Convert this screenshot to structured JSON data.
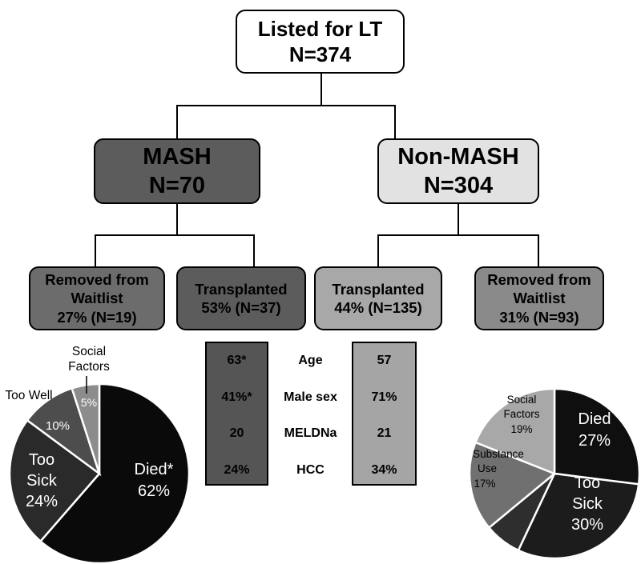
{
  "root": {
    "line1": "Listed for LT",
    "line2": "N=374"
  },
  "mash": {
    "line1": "MASH",
    "line2": "N=70"
  },
  "nonmash": {
    "line1": "Non-MASH",
    "line2": "N=304"
  },
  "mash_removed": {
    "line1": "Removed from",
    "line2": "Waitlist",
    "line3": "27% (N=19)"
  },
  "mash_transplanted": {
    "line1": "Transplanted",
    "line2": "53% (N=37)"
  },
  "nonmash_transplanted": {
    "line1": "Transplanted",
    "line2": "44% (N=135)"
  },
  "nonmash_removed": {
    "line1": "Removed from",
    "line2": "Waitlist",
    "line3": "31% (N=93)"
  },
  "comparison": {
    "rows": [
      {
        "label": "Age",
        "mash": "63*",
        "nonmash": "57"
      },
      {
        "label": "Male sex",
        "mash": "41%*",
        "nonmash": "71%"
      },
      {
        "label": "MELDNa",
        "mash": "20",
        "nonmash": "21"
      },
      {
        "label": "HCC",
        "mash": "24%",
        "nonmash": "34%"
      }
    ]
  },
  "chart_data": [
    {
      "type": "pie",
      "slices": [
        {
          "label": "Died*",
          "value": 62,
          "pct_text": "62%",
          "color": "#0a0a0a"
        },
        {
          "label": "Too Sick",
          "value": 24,
          "pct_text": "24%",
          "color": "#2a2a2a"
        },
        {
          "label": "Too Well",
          "value": 10,
          "pct_text": "10%",
          "color": "#4d4d4d"
        },
        {
          "label": "Social Factors",
          "value": 5,
          "pct_text": "5%",
          "color": "#8c8c8c"
        }
      ]
    },
    {
      "type": "pie",
      "slices": [
        {
          "label": "Died",
          "value": 27,
          "pct_text": "27%",
          "color": "#0f0f0f"
        },
        {
          "label": "Too Sick",
          "value": 30,
          "pct_text": "30%",
          "color": "#1c1c1c"
        },
        {
          "label": "",
          "value": 7,
          "pct_text": "",
          "color": "#2e2e2e"
        },
        {
          "label": "Substance Use",
          "value": 17,
          "pct_text": "17%",
          "color": "#707070"
        },
        {
          "label": "Social Factors",
          "value": 19,
          "pct_text": "19%",
          "color": "#a8a8a8"
        }
      ]
    }
  ]
}
